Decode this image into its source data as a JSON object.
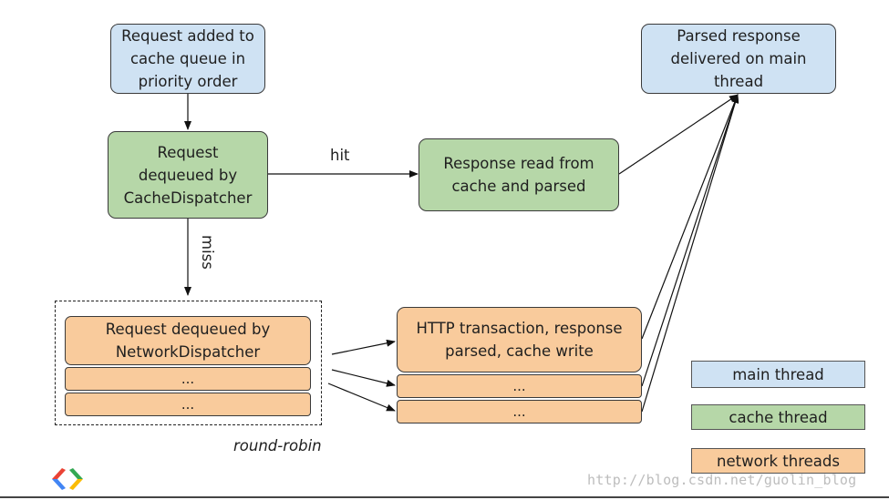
{
  "nodes": {
    "request_added": "Request added to\ncache queue in\npriority order",
    "cache_dequeued": "Request\ndequeued by\nCacheDispatcher",
    "response_read": "Response read from\ncache and parsed",
    "parsed_delivered": "Parsed response\ndelivered on main\nthread",
    "network_dequeued": "Request dequeued by\nNetworkDispatcher",
    "network_slot_2": "...",
    "network_slot_3": "...",
    "http_transaction": "HTTP transaction, response\nparsed, cache write",
    "http_slot_2": "...",
    "http_slot_3": "..."
  },
  "edge_labels": {
    "hit": "hit",
    "miss": "miss",
    "round_robin": "round-robin"
  },
  "legend": {
    "main_thread": "main thread",
    "cache_thread": "cache thread",
    "network_threads": "network threads"
  },
  "colors": {
    "main_thread": "#cfe2f3",
    "cache_thread": "#b6d7a8",
    "network_threads": "#f9cb9c"
  },
  "watermark": "http://blog.csdn.net/guolin_blog",
  "icons": [
    "google-developers-logo-icon"
  ]
}
